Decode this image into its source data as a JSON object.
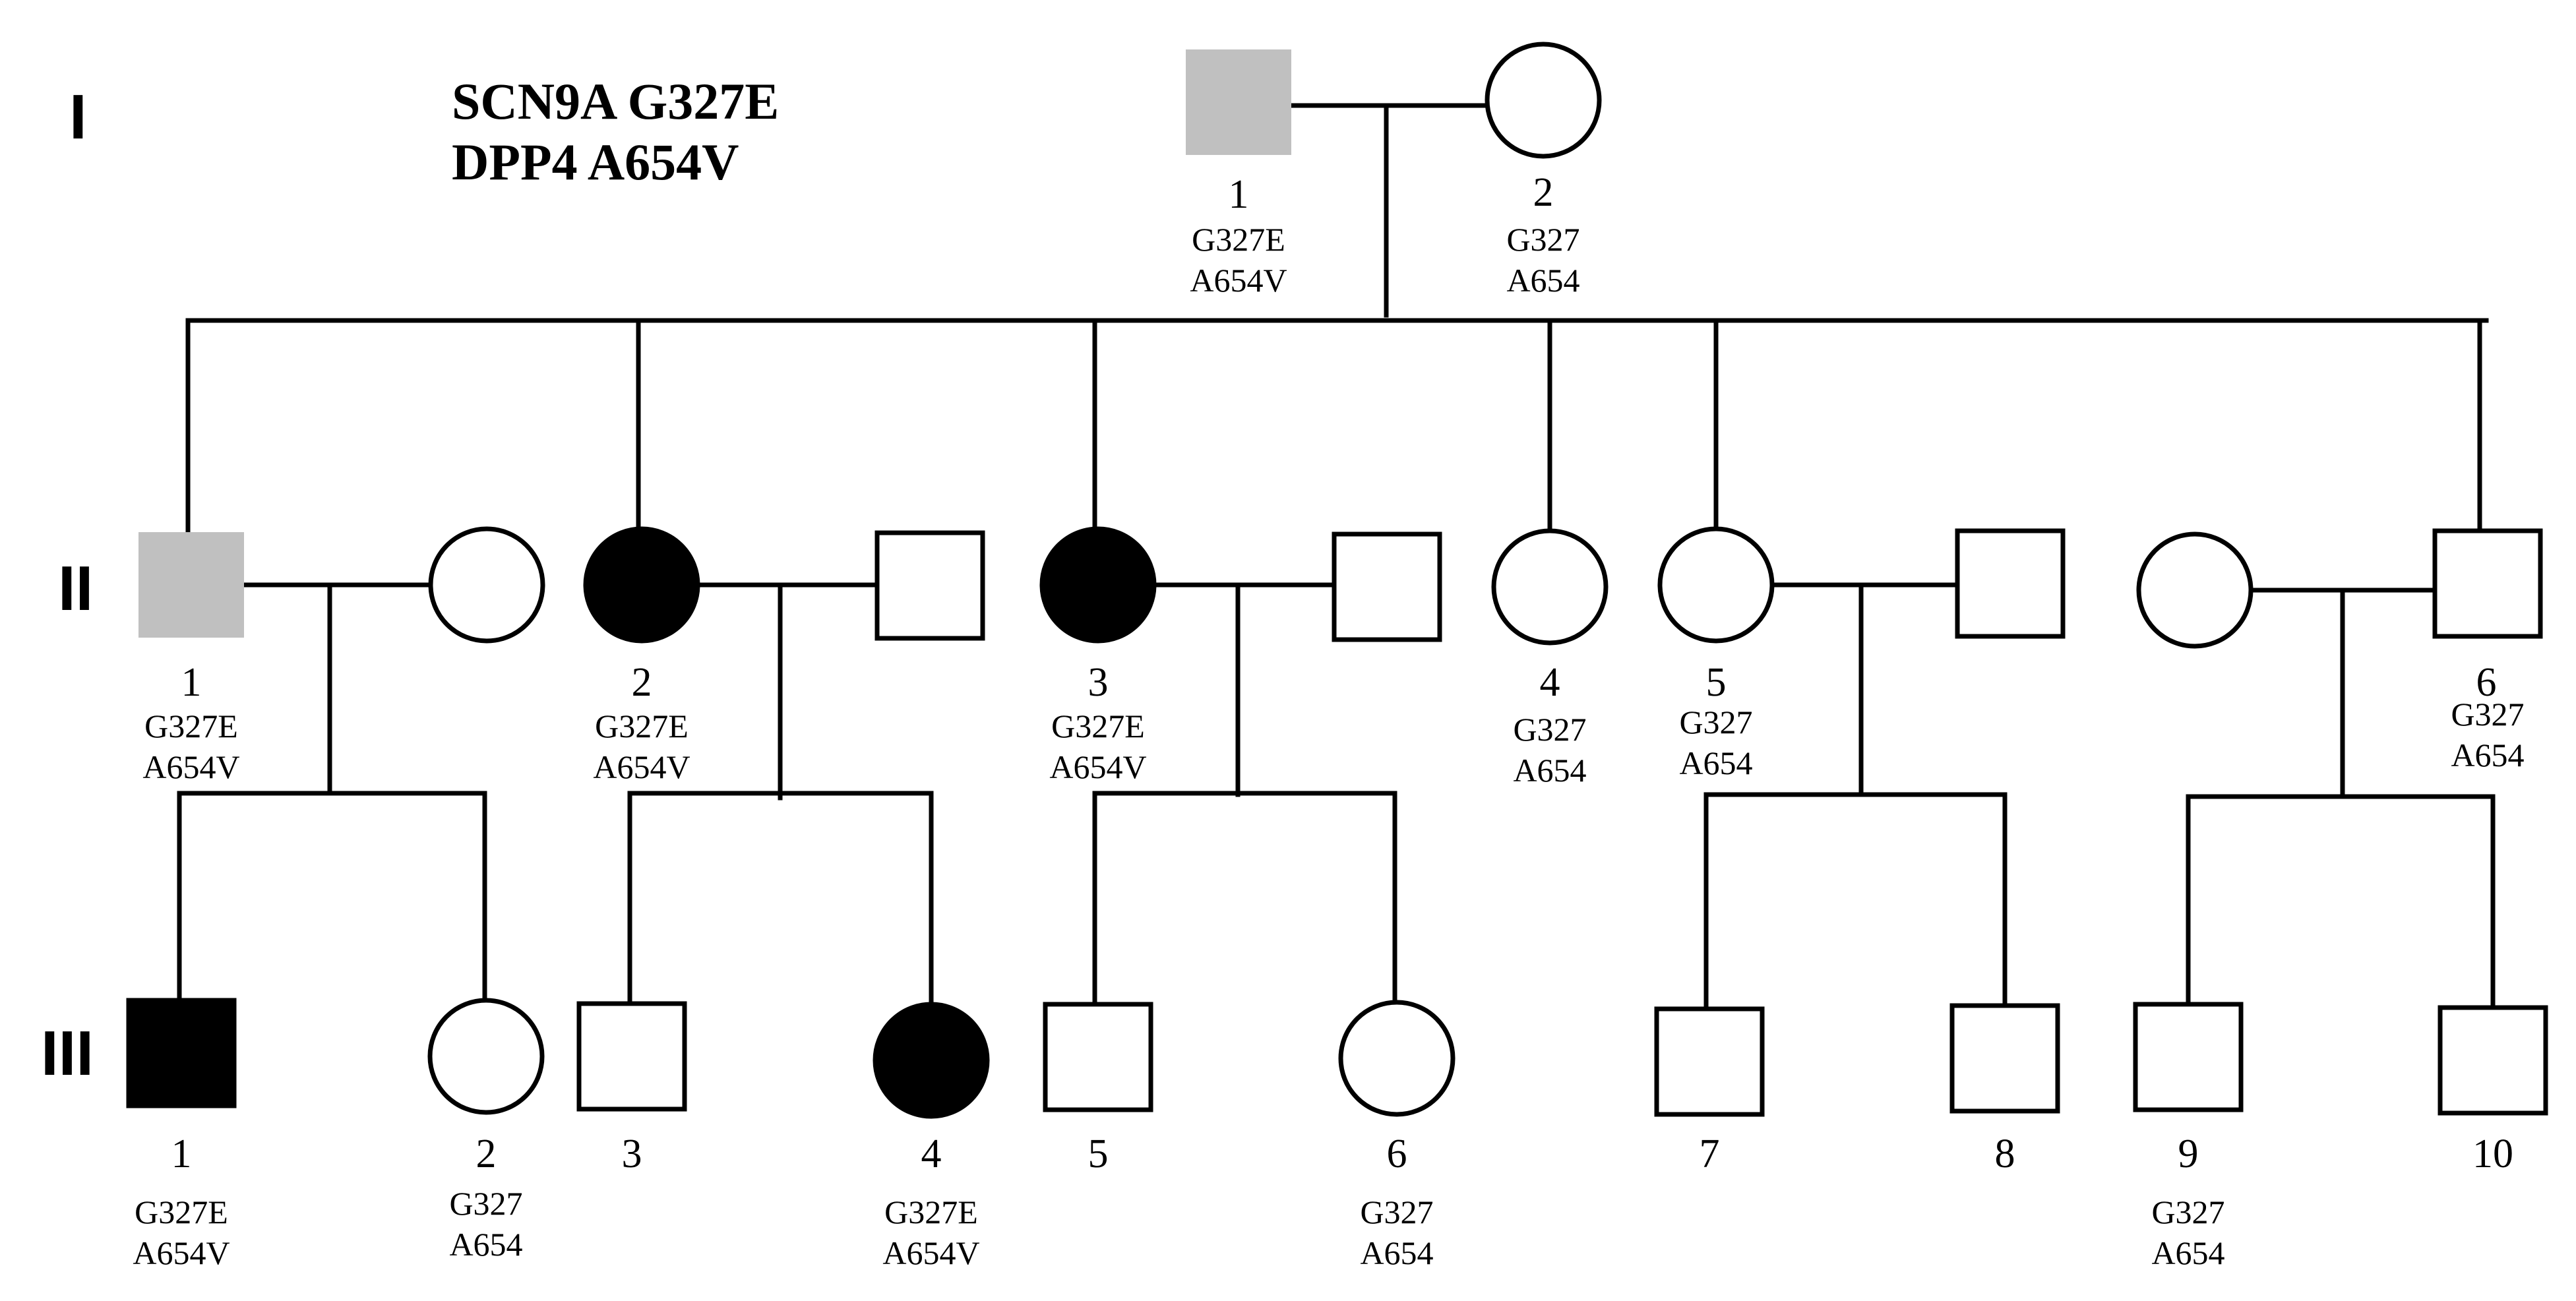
{
  "title": {
    "line1": "SCN9A G327E",
    "line2": "DPP4 A654V"
  },
  "colors": {
    "affected": "#000000",
    "carrier": "#c0c0c0",
    "unaffected": "#ffffff",
    "line": "#000000"
  },
  "generations": [
    "I",
    "II",
    "III"
  ],
  "individuals": {
    "I-1": {
      "number": "1",
      "sex": "male",
      "status": "carrier",
      "genotype": [
        "G327E",
        "A654V"
      ]
    },
    "I-2": {
      "number": "2",
      "sex": "female",
      "status": "unaffected",
      "genotype": [
        "G327",
        "A654"
      ]
    },
    "II-1": {
      "number": "1",
      "sex": "male",
      "status": "carrier",
      "genotype": [
        "G327E",
        "A654V"
      ]
    },
    "II-1s": {
      "number": "",
      "sex": "female",
      "status": "unaffected",
      "genotype": []
    },
    "II-2": {
      "number": "2",
      "sex": "female",
      "status": "affected",
      "genotype": [
        "G327E",
        "A654V"
      ]
    },
    "II-2s": {
      "number": "",
      "sex": "male",
      "status": "unaffected",
      "genotype": []
    },
    "II-3": {
      "number": "3",
      "sex": "female",
      "status": "affected",
      "genotype": [
        "G327E",
        "A654V"
      ]
    },
    "II-3s": {
      "number": "",
      "sex": "male",
      "status": "unaffected",
      "genotype": []
    },
    "II-4": {
      "number": "4",
      "sex": "female",
      "status": "unaffected",
      "genotype": [
        "G327",
        "A654"
      ]
    },
    "II-5": {
      "number": "5",
      "sex": "female",
      "status": "unaffected",
      "genotype": [
        "G327",
        "A654"
      ]
    },
    "II-5s": {
      "number": "",
      "sex": "male",
      "status": "unaffected",
      "genotype": []
    },
    "II-6s": {
      "number": "",
      "sex": "female",
      "status": "unaffected",
      "genotype": []
    },
    "II-6": {
      "number": "6",
      "sex": "male",
      "status": "unaffected",
      "genotype": [
        "G327",
        "A654"
      ]
    },
    "III-1": {
      "number": "1",
      "sex": "male",
      "status": "affected",
      "genotype": [
        "G327E",
        "A654V"
      ]
    },
    "III-2": {
      "number": "2",
      "sex": "female",
      "status": "unaffected",
      "genotype": [
        "G327",
        "A654"
      ]
    },
    "III-3": {
      "number": "3",
      "sex": "male",
      "status": "unaffected",
      "genotype": []
    },
    "III-4": {
      "number": "4",
      "sex": "female",
      "status": "affected",
      "genotype": [
        "G327E",
        "A654V"
      ]
    },
    "III-5": {
      "number": "5",
      "sex": "male",
      "status": "unaffected",
      "genotype": []
    },
    "III-6": {
      "number": "6",
      "sex": "female",
      "status": "unaffected",
      "genotype": [
        "G327",
        "A654"
      ]
    },
    "III-7": {
      "number": "7",
      "sex": "male",
      "status": "unaffected",
      "genotype": []
    },
    "III-8": {
      "number": "8",
      "sex": "male",
      "status": "unaffected",
      "genotype": []
    },
    "III-9": {
      "number": "9",
      "sex": "male",
      "status": "unaffected",
      "genotype": [
        "G327",
        "A654"
      ]
    },
    "III-10": {
      "number": "10",
      "sex": "male",
      "status": "unaffected",
      "genotype": []
    }
  }
}
